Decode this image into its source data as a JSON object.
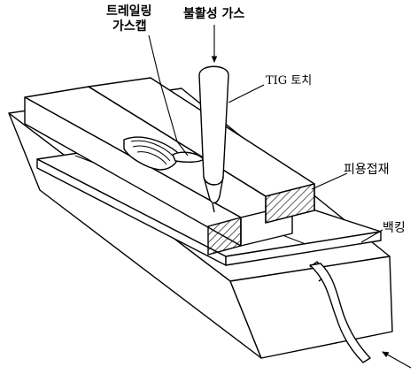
{
  "labels": {
    "trailing_gas_cap_line1": "트레일링",
    "trailing_gas_cap_line2": "가스캡",
    "inert_gas": "불활성 가스",
    "tig_torch": "TIG 토치",
    "workpiece": "피용접재",
    "backing": "백킹"
  },
  "colors": {
    "stroke": "#000000",
    "background": "#ffffff"
  }
}
